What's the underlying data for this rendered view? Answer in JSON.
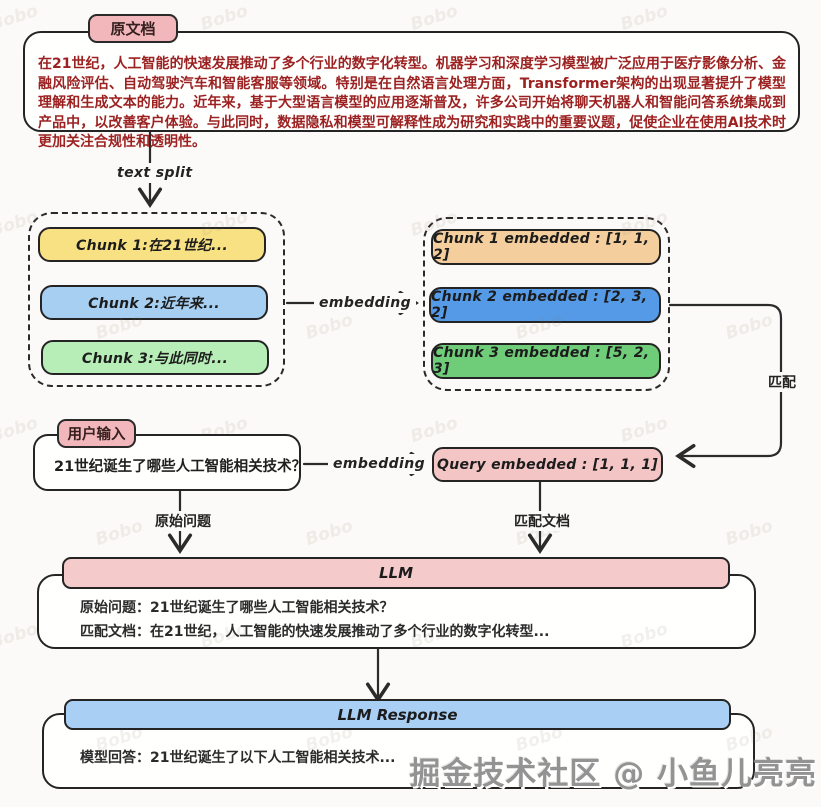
{
  "colors": {
    "canvas_bg": "#fbfaf8",
    "stroke": "#2b2b2b",
    "doc_text_red": "#9c2121",
    "label_pink": "#f2b7bb",
    "chunk_yellow": "#f8e183",
    "chunk_light_blue": "#a6cff2",
    "chunk_light_green": "#b7edb7",
    "embedded_tan": "#f4cf9d",
    "embedded_blue": "#559ae6",
    "embedded_green": "#6fcc78",
    "query_pink": "#f4c5c5",
    "llm_bar_pink": "#f4caca",
    "llm_response_bar_blue": "#aacff4"
  },
  "source_doc": {
    "label": "原文档",
    "text": "在21世纪，人工智能的快速发展推动了多个行业的数字化转型。机器学习和深度学习模型被广泛应用于医疗影像分析、金融风险评估、自动驾驶汽车和智能客服等领域。特别是在自然语言处理方面，Transformer架构的出现显著提升了模型理解和生成文本的能力。近年来，基于大型语言模型的应用逐渐普及，许多公司开始将聊天机器人和智能问答系统集成到产品中，以改善客户体验。与此同时，数据隐私和模型可解释性成为研究和实践中的重要议题，促使企业在使用AI技术时更加关注合规性和透明性。"
  },
  "flow_labels": {
    "text_split": "text split",
    "embedding_chunks": "embedding",
    "embedding_query": "embedding",
    "match": "匹配",
    "original_question": "原始问题",
    "matched_document": "匹配文档"
  },
  "chunks": [
    {
      "label": "Chunk 1:在21世纪..."
    },
    {
      "label": "Chunk 2:近年来..."
    },
    {
      "label": "Chunk 3:与此同时..."
    }
  ],
  "embedded_chunks": [
    {
      "label": "Chunk 1 embedded : [1, 1, 2]"
    },
    {
      "label": "Chunk 2 embedded : [2, 3, 2]"
    },
    {
      "label": "Chunk 3 embedded : [5, 2, 3]"
    }
  ],
  "user_input": {
    "label": "用户输入",
    "question": "21世纪诞生了哪些人工智能相关技术？"
  },
  "query_embedded": {
    "label": "Query embedded : [1, 1, 1]"
  },
  "llm": {
    "title": "LLM",
    "line1": "原始问题：21世纪诞生了哪些人工智能相关技术？",
    "line2": "匹配文档：在21世纪，人工智能的快速发展推动了多个行业的数字化转型..."
  },
  "llm_response": {
    "title": "LLM Response",
    "line": "模型回答：21世纪诞生了以下人工智能相关技术..."
  },
  "watermark": {
    "bobo": "Bobo",
    "credit": "掘金技术社区 @ 小鱼儿亮亮"
  }
}
